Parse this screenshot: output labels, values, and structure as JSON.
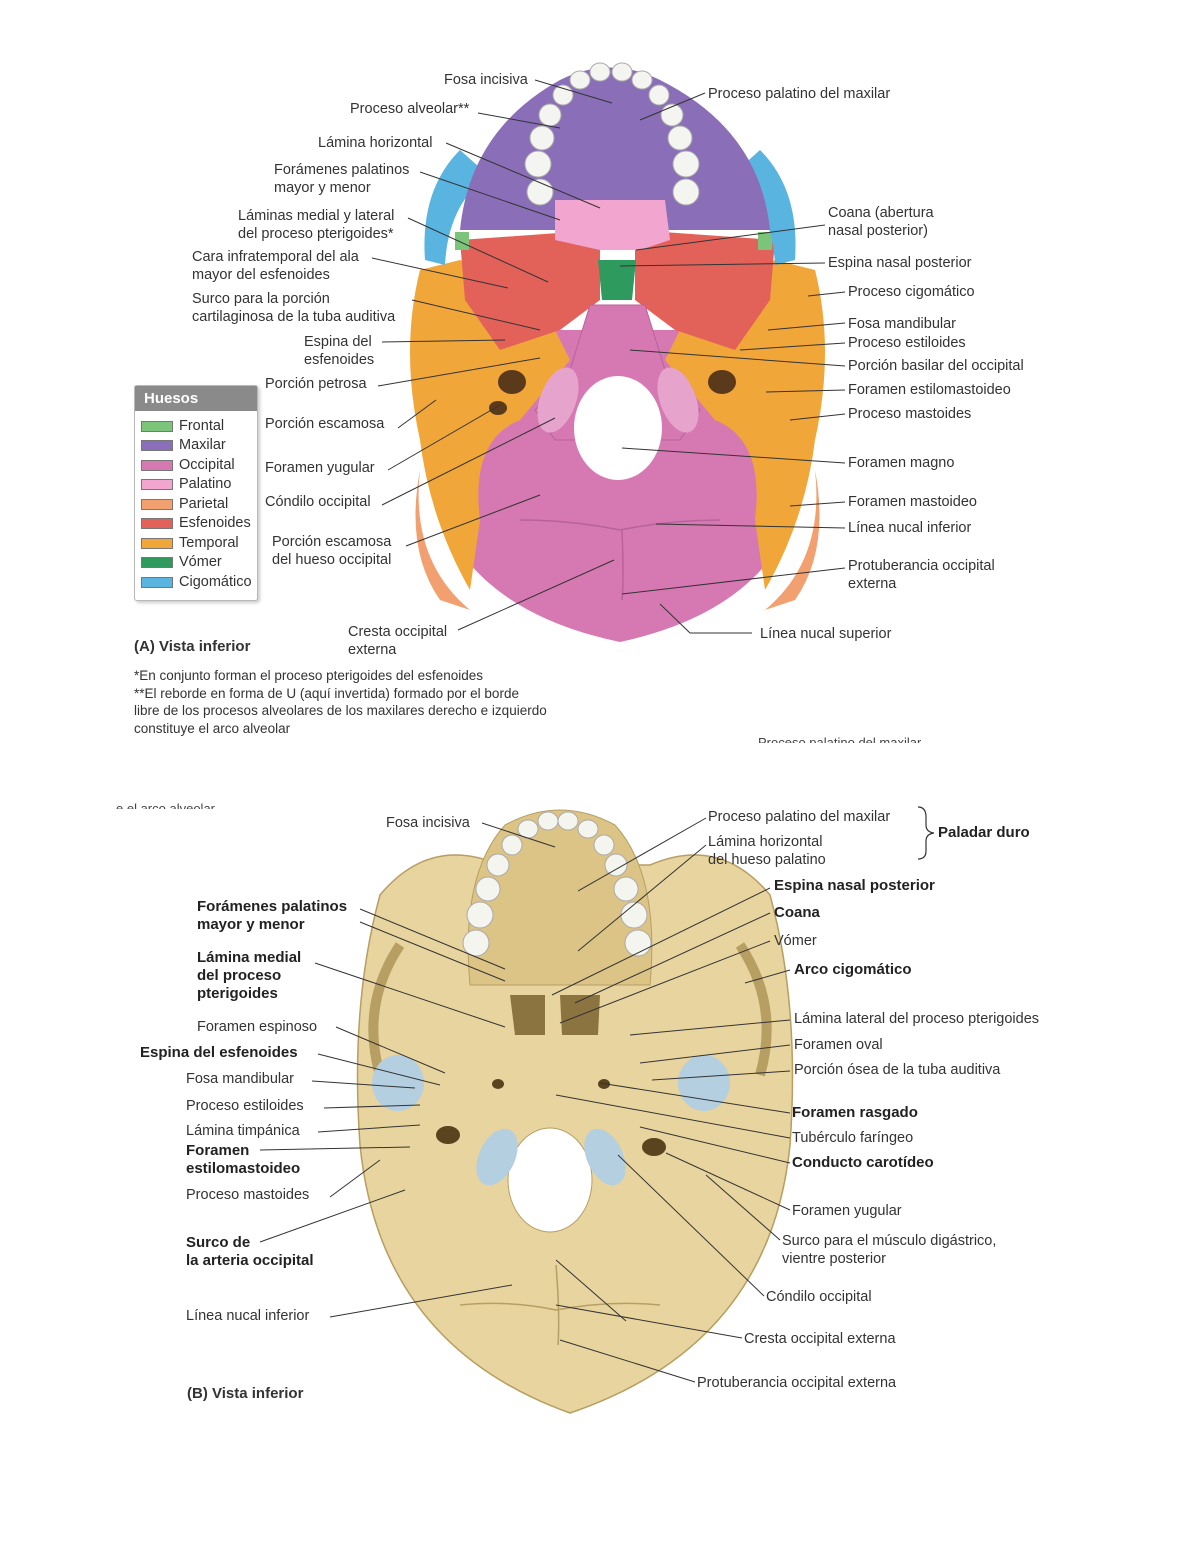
{
  "panel_a": {
    "labels_left": [
      "Fosa incisiva",
      "Proceso alveolar**",
      "Lámina horizontal",
      "Forámenes palatinos\nmayor y menor",
      "Láminas medial y lateral\ndel proceso pterigoides*",
      "Cara infratemporal del ala\nmayor del esfenoides",
      "Surco para la porción\ncartilaginosa de la tuba auditiva",
      "Espina del\nesfenoides",
      "Porción petrosa",
      "Porción escamosa",
      "Foramen yugular",
      "Cóndilo occipital",
      "Porción escamosa\ndel hueso occipital",
      "Cresta occipital\nexterna"
    ],
    "labels_right": [
      "Proceso palatino del maxilar",
      "Coana (abertura\nnasal posterior)",
      "Espina nasal posterior",
      "Proceso cigomático",
      "Fosa mandibular",
      "Proceso estiloides",
      "Porción basilar del occipital",
      "Foramen estilomastoideo",
      "Proceso mastoides",
      "Foramen magno",
      "Foramen mastoideo",
      "Línea nucal inferior",
      "Protuberancia occipital\nexterna",
      "Línea nucal superior"
    ],
    "legend": {
      "title": "Huesos",
      "items": [
        {
          "name": "Frontal",
          "color": "#7cc47a"
        },
        {
          "name": "Maxilar",
          "color": "#8a6fb8"
        },
        {
          "name": "Occipital",
          "color": "#d679b3"
        },
        {
          "name": "Palatino",
          "color": "#f2a6cf"
        },
        {
          "name": "Parietal",
          "color": "#f2a070"
        },
        {
          "name": "Esfenoides",
          "color": "#e2625a"
        },
        {
          "name": "Temporal",
          "color": "#f0a638"
        },
        {
          "name": "Vómer",
          "color": "#2e9a5e"
        },
        {
          "name": "Cigomático",
          "color": "#5ab4e0"
        }
      ]
    },
    "view_title": "(A) Vista inferior",
    "notes": "*En conjunto forman el proceso pterigoides del esfenoides\n**El reborde en forma de U (aquí invertida) formado por el borde\n  libre de los procesos alveolares de los maxilares derecho e izquierdo\n  constituye el arco alveolar",
    "cut_text": "Proceso palatino del maxilar"
  },
  "panel_b": {
    "cut_text": "e el arco alveolar",
    "labels_left": [
      "Fosa incisiva",
      "Forámenes palatinos\nmayor y menor",
      "Lámina medial\ndel proceso\npterigoides",
      "Foramen espinoso",
      "Espina del esfenoides",
      "Fosa mandibular",
      "Proceso estiloides",
      "Lámina timpánica",
      "Foramen\nestilomastoideo",
      "Proceso mastoides",
      "Surco de\nla arteria occipital",
      "Línea nucal inferior"
    ],
    "labels_right": [
      "Proceso palatino del maxilar",
      "Lámina horizontal\ndel hueso palatino",
      "Espina nasal posterior",
      "Coana",
      "Vómer",
      "Arco cigomático",
      "Lámina lateral del proceso pterigoides",
      "Foramen oval",
      "Porción ósea de la tuba auditiva",
      "Foramen rasgado",
      "Tubérculo faríngeo",
      "Conducto carotídeo",
      "Foramen yugular",
      "Surco para el músculo digástrico,\nvientre posterior",
      "Cóndilo occipital",
      "Cresta occipital externa",
      "Protuberancia occipital externa"
    ],
    "bracket_label": "Paladar duro",
    "view_title": "(B) Vista inferior"
  }
}
